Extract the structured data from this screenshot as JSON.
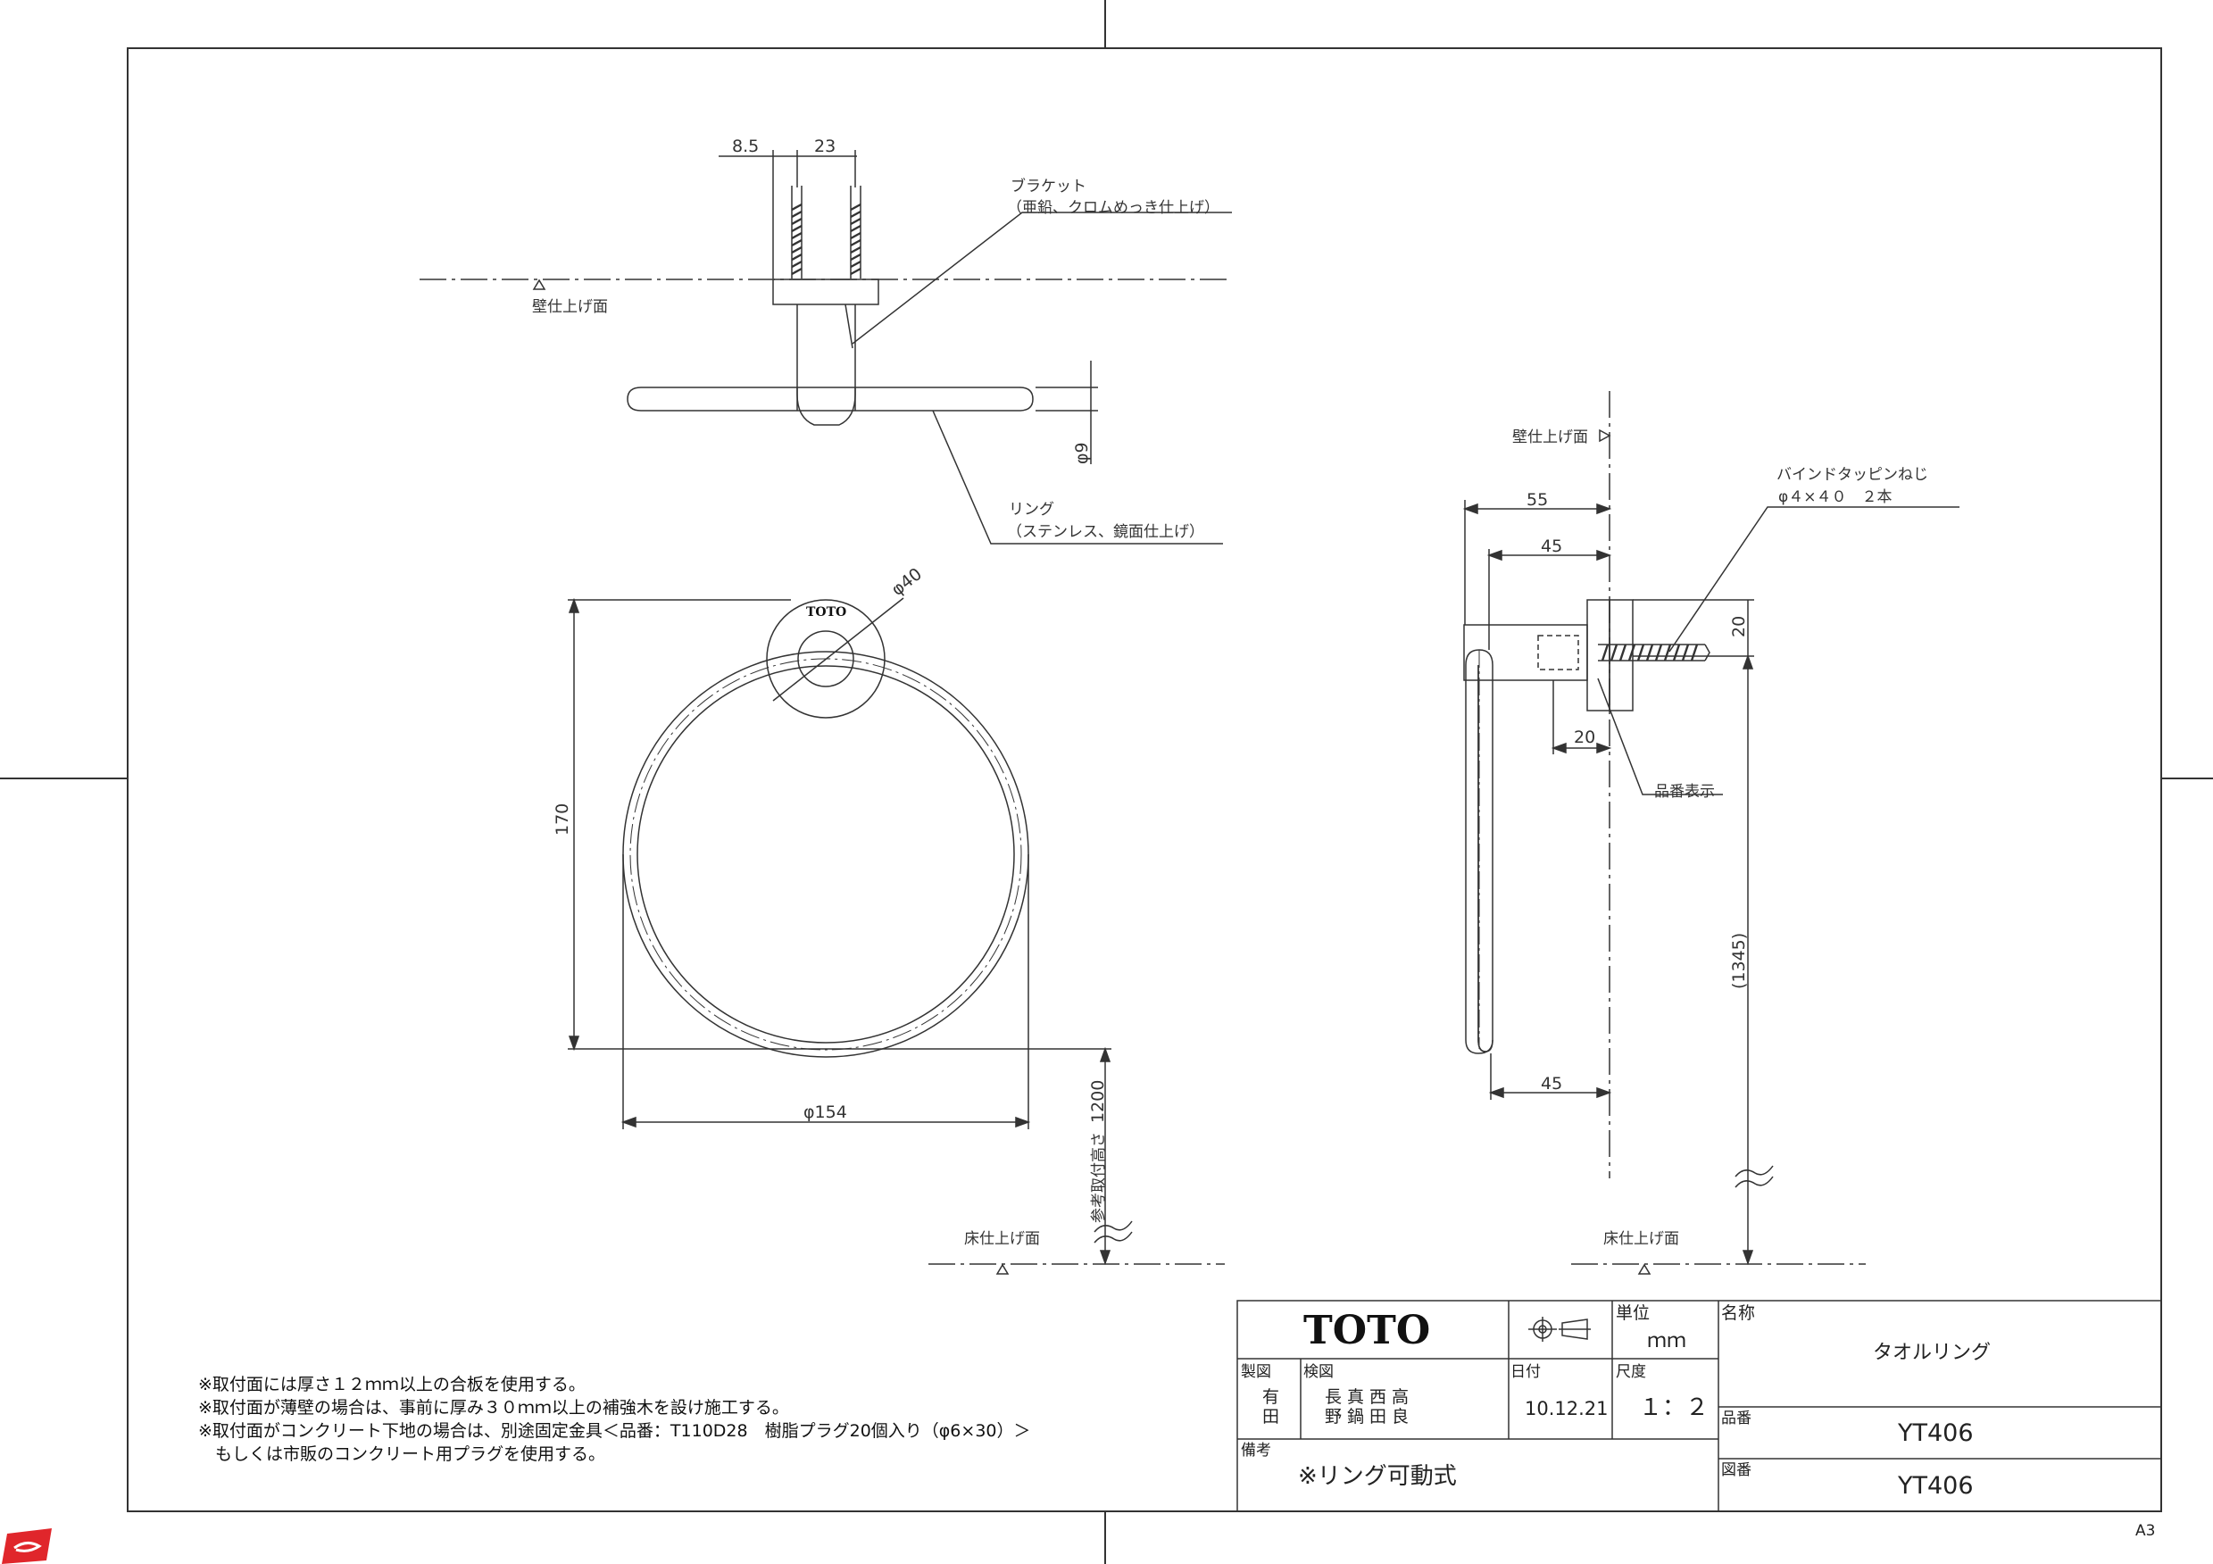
{
  "views": {
    "top": {
      "dim_screw_offset": "8.5",
      "dim_screw_pitch": "23",
      "bracket_label_1": "ブラケット",
      "bracket_label_2": "（亜鉛、クロムめっき仕上げ）",
      "wall_finish": "壁仕上げ面",
      "ring_dia": "φ9",
      "ring_label_1": "リング",
      "ring_label_2": "（ステンレス、鏡面仕上げ）"
    },
    "front": {
      "flange_dia": "φ40",
      "logo_small": "TOTO",
      "height": "170",
      "ring_outer": "φ154",
      "mount_height": "1200",
      "mount_height_note": "参考取付高さ",
      "floor_finish": "床仕上げ面"
    },
    "side": {
      "wall_finish": "壁仕上げ面",
      "screw_label_1": "バインドタッピンねじ",
      "screw_label_2": "φ４×４０　２本",
      "dim_55": "55",
      "dim_45_top": "45",
      "dim_20_right": "20",
      "dim_20_bottom": "20",
      "part_mark": "品番表示",
      "dim_1345": "(1345)",
      "dim_45_bottom": "45",
      "floor_finish": "床仕上げ面"
    }
  },
  "notes": [
    "※取付面には厚さ１２ｍｍ以上の合板を使用する。",
    "※取付面が薄壁の場合は、事前に厚み３０ｍｍ以上の補強木を設け施工する。",
    "※取付面がコンクリート下地の場合は、別途固定金具＜品番：T110D28　樹脂プラグ20個入り（φ6×30）＞",
    "　もしくは市販のコンクリート用プラグを使用する。"
  ],
  "title_block": {
    "logo": "TOTO",
    "unit_label": "単位",
    "unit_value": "ｍｍ",
    "name_label": "名称",
    "name_value": "タオルリング",
    "drawn_label": "製図",
    "drawn_by_1": "有",
    "drawn_by_2": "田",
    "checked_label": "検図",
    "checked_by_1": "長真西高",
    "checked_by_2": "野鍋田良",
    "date_label": "日付",
    "date_value": "10.12.21",
    "scale_label": "尺度",
    "scale_value": "１：２",
    "part_label": "品番",
    "part_value": "YT406",
    "remarks_label": "備考",
    "remarks_value": "※リング可動式",
    "drawing_no_label": "図番",
    "drawing_no_value": "YT406"
  },
  "sheet_size": "A3",
  "colors": {
    "line": "#333333",
    "brand_mark": "#e0262b"
  }
}
